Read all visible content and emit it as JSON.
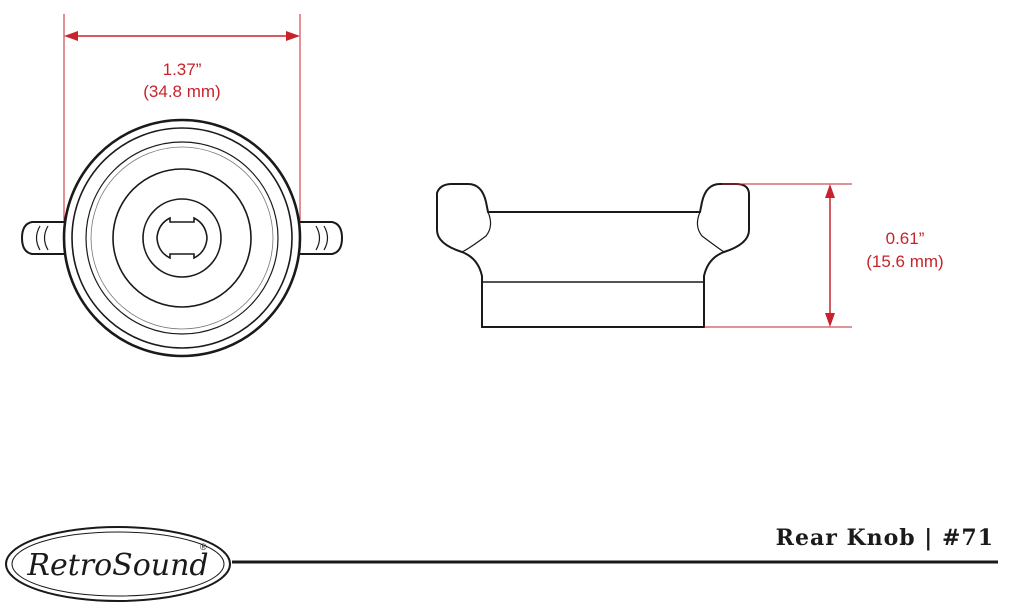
{
  "top_view": {
    "width_in": "1.37”",
    "width_mm": "(34.8 mm)"
  },
  "side_view": {
    "height_in": "0.61”",
    "height_mm": "(15.6 mm)"
  },
  "footer": {
    "brand_name": "RetroSound",
    "brand_mark": "®",
    "product_title": "Rear Knob | #71"
  },
  "colors": {
    "dimension": "#c8232b",
    "outline": "#1a1a1a"
  }
}
